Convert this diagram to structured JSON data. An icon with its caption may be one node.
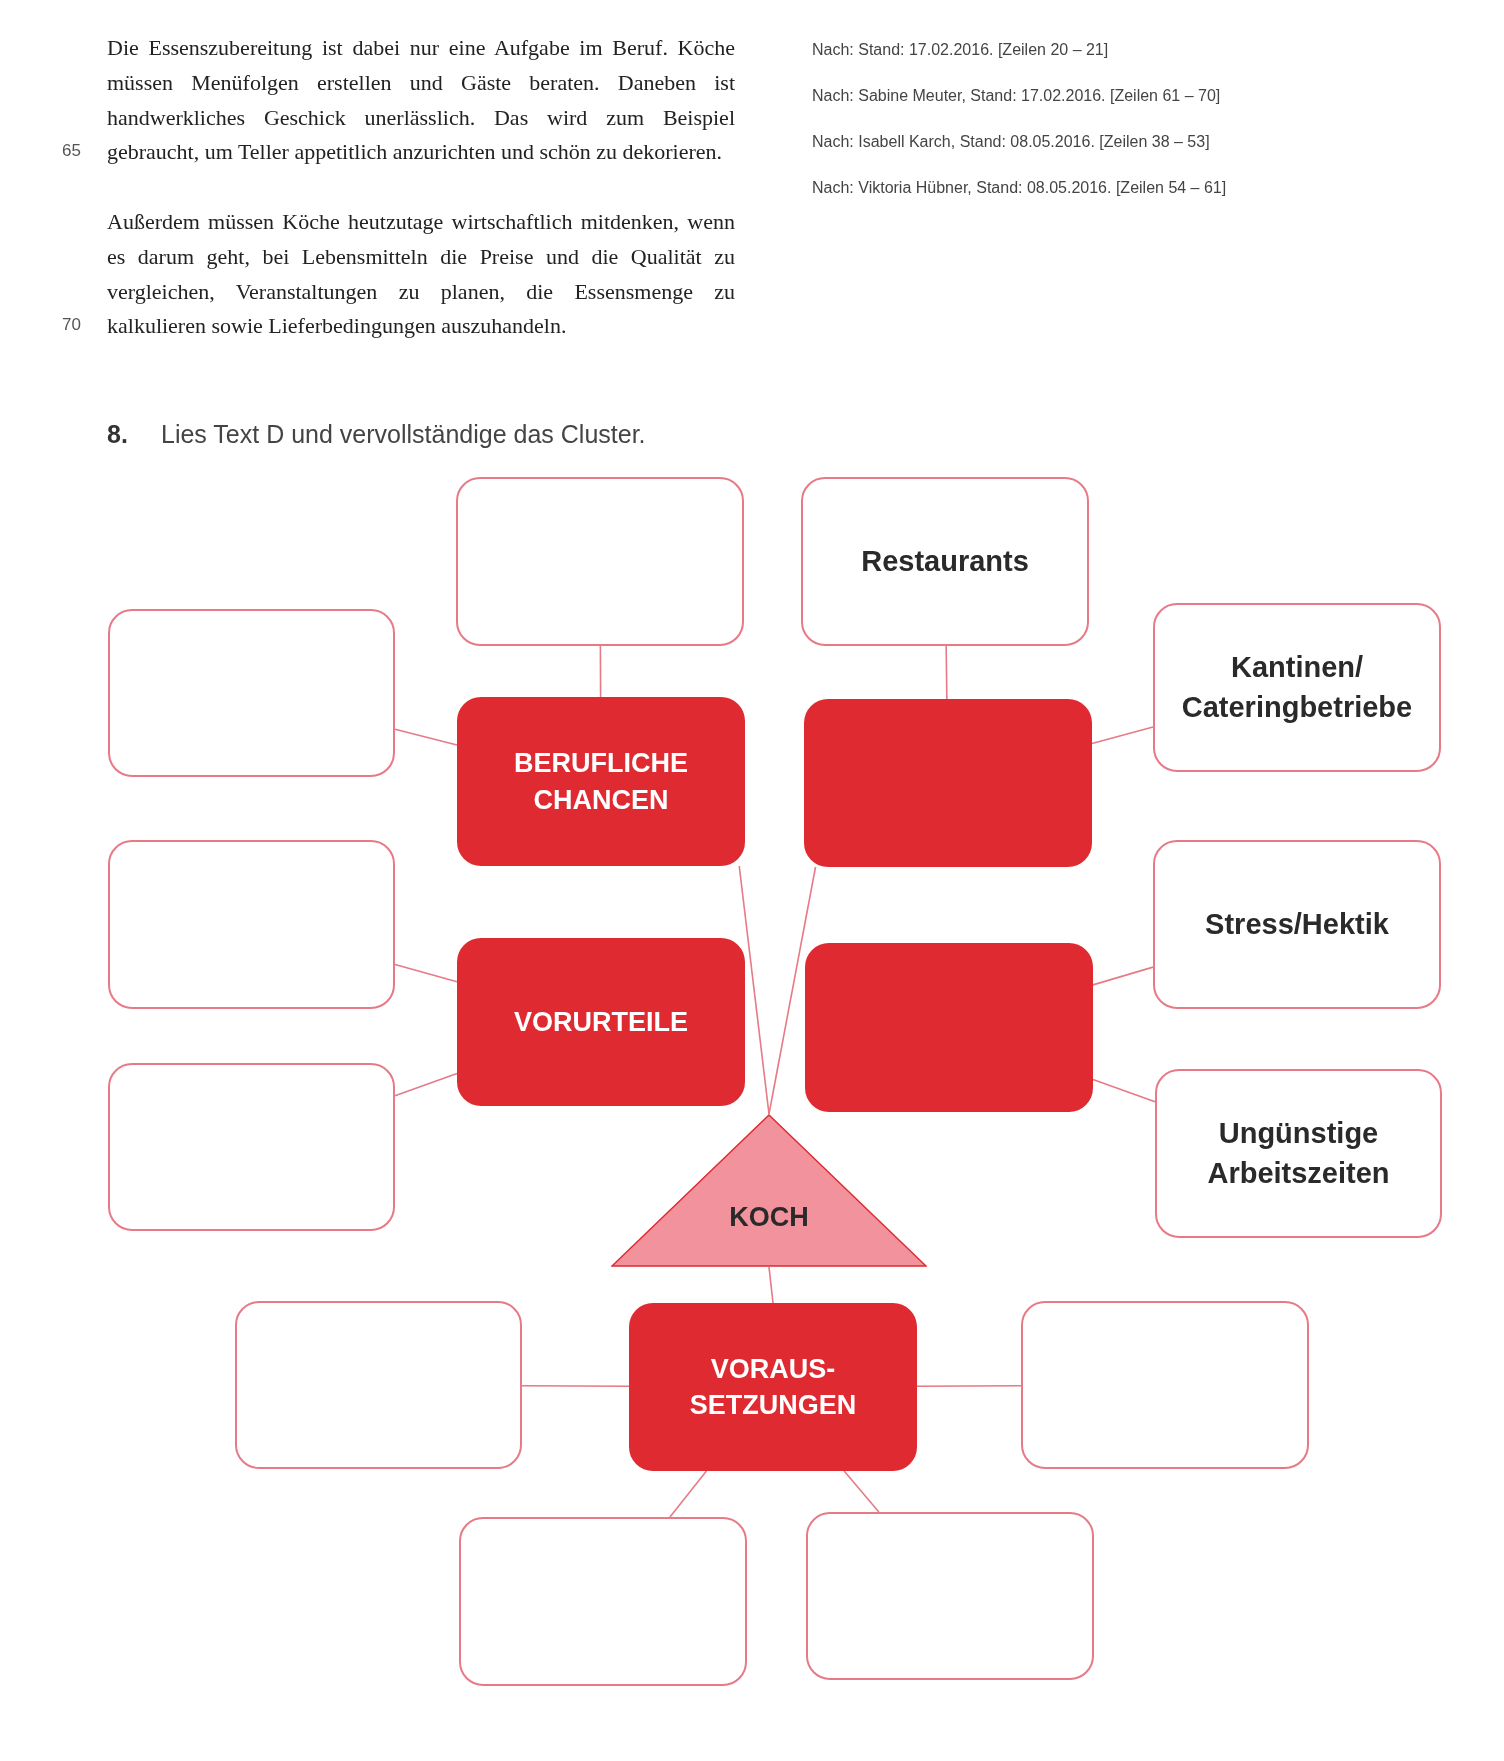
{
  "diagram": {
    "nodes": [
      {
        "text": [],
        "shape": "box"
      },
      {
        "text": [
          "Restaurants"
        ]
      },
      {
        "text": [],
        "shape": "box"
      },
      {
        "text": [
          "BERUFLICHE CHANCEN"
        ]
      },
      {
        "text": [],
        "shape": "box"
      },
      {
        "text": [
          "Kantinen/ Cateringbetriebe"
        ]
      },
      {
        "text": [],
        "shape": "box"
      },
      {
        "text": [
          "VORURTEILE"
        ]
      },
      {
        "text": [],
        "shape": "box"
      },
      {
        "text": [
          "Stress/Hektik"
        ]
      },
      {
        "text": [],
        "shape": "box"
      },
      {
        "text": [
          "Ungünstige Arbeitszeiten"
        ]
      },
      {
        "text": [
          "KOCH"
        ]
      },
      {
        "text": [],
        "shape": "box"
      },
      {
        "text": [
          "VORAUS-SETZUNGEN"
        ]
      },
      {
        "text": [],
        "shape": "box"
      },
      {
        "text": [],
        "shape": "box"
      },
      {
        "text": [],
        "shape": "box"
      }
    ],
    "edges": [
      {
        "from": 0,
        "to": 3,
        "arrow": "none"
      },
      {
        "from": 2,
        "to": 3,
        "arrow": "none"
      },
      {
        "from": 1,
        "to": 4,
        "arrow": "none"
      },
      {
        "from": 4,
        "to": 5,
        "arrow": "none"
      },
      {
        "from": 6,
        "to": 7,
        "arrow": "none"
      },
      {
        "from": 10,
        "to": 7,
        "arrow": "none"
      },
      {
        "from": 8,
        "to": 9,
        "arrow": "none"
      },
      {
        "from": 8,
        "to": 11,
        "arrow": "none"
      },
      {
        "from": 12,
        "to": 3,
        "arrow": "none"
      },
      {
        "from": 12,
        "to": 4,
        "arrow": "none"
      },
      {
        "from": 12,
        "to": 14,
        "arrow": "none"
      },
      {
        "from": 14,
        "to": 13,
        "arrow": "none"
      },
      {
        "from": 14,
        "to": 15,
        "arrow": "none"
      },
      {
        "from": 14,
        "to": 16,
        "arrow": "none"
      },
      {
        "from": 14,
        "to": 17,
        "arrow": "none"
      }
    ],
    "labels": [
      "Die Essenszubereitung ist dabei nur eine Aufgabe im Beruf. Köche müssen Menüfolgen erstellen und Gäste beraten. Daneben ist handwerkliches Geschick unerlässlich. Das wird zum Beispiel gebraucht, um Teller appetitlich anzurichten und schön zu dekorieren.",
      "65",
      "Außerdem müssen Köche heutzutage wirtschaftlich mitdenken, wenn es darum geht, bei Lebensmitteln die Preise und die Qualität zu vergleichen, Veranstaltungen zu planen, die Essensmenge zu kalkulieren sowie Lieferbedingungen auszuhandeln.",
      "70",
      "Nach: Stand: 17.02.2016. [Zeilen 20 – 21]",
      "Nach: Sabine Meuter, Stand: 17.02.2016. [Zeilen 61 – 70]",
      "Nach: Isabell Karch, Stand: 08.05.2016. [Zeilen 38 – 53]",
      "Nach: Viktoria Hübner, Stand: 08.05.2016. [Zeilen 54 – 61]",
      "8.",
      "Lies Text D und vervollständige das Cluster."
    ]
  }
}
